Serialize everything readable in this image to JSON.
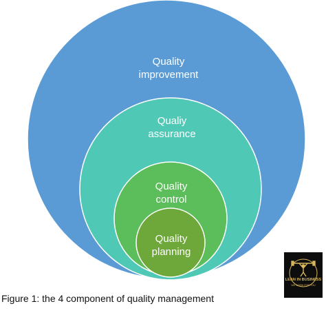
{
  "diagram": {
    "levels": [
      {
        "line1": "Quality",
        "line2": "improvement",
        "color": "#5b9bd5"
      },
      {
        "line1": "Qualiy",
        "line2": "assurance",
        "color": "#4fc8b6"
      },
      {
        "line1": "Quality",
        "line2": "control",
        "color": "#5cbe5a"
      },
      {
        "line1": "Quality",
        "line2": "planning",
        "color": "#6fa83a"
      }
    ]
  },
  "caption": "Figure 1: the 4 component of quality management",
  "logo": {
    "name": "LEAN IN BUSINESS",
    "tagline": "WE WORK FOR YOU",
    "color": "#d8b65a"
  }
}
